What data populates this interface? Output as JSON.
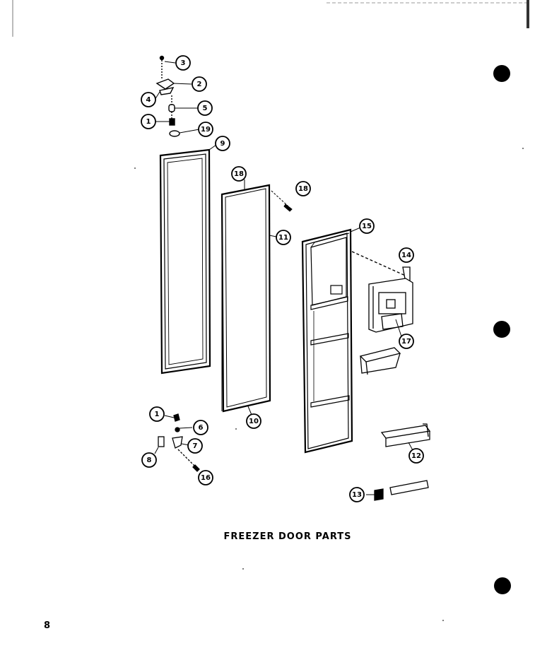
{
  "caption": "FREEZER DOOR PARTS",
  "page_number": "8",
  "callout_labels": [
    "3",
    "2",
    "4",
    "5",
    "1",
    "19",
    "9",
    "18",
    "18",
    "11",
    "15",
    "14",
    "17",
    "10",
    "1",
    "6",
    "7",
    "8",
    "16",
    "12",
    "13"
  ]
}
